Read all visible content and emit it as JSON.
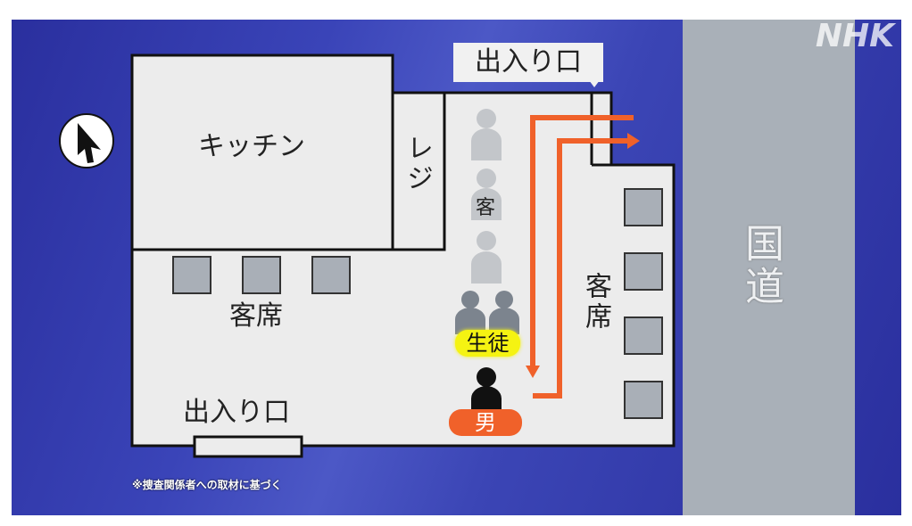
{
  "logo": "NHK",
  "labels": {
    "kitchen": "キッチン",
    "register": "レジ",
    "seats_left": "客席",
    "seats_right": "客席",
    "entrance_bottom": "出入り口",
    "entrance_top": "出入り口",
    "customer": "客",
    "students": "生徒",
    "man": "男",
    "road": "国道"
  },
  "footnote": "※捜査関係者への取材に基づく",
  "colors": {
    "arrow": "#f0612a",
    "students_badge": "#f5f312",
    "man_badge": "#f0612a",
    "road": "#a9b0b8"
  }
}
